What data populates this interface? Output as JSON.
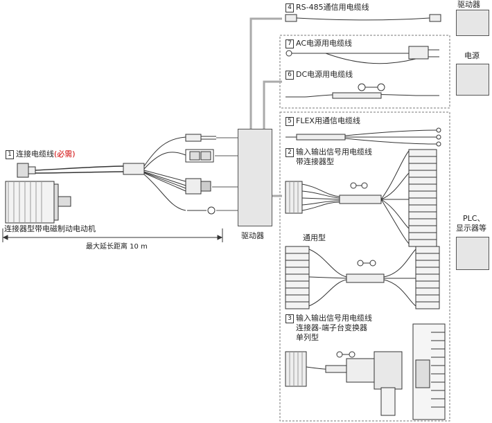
{
  "cables": {
    "c1": {
      "num": "1",
      "label": "连接电缆线",
      "note": "(必需)"
    },
    "c4": {
      "num": "4",
      "label": "RS-485通信用电缆线"
    },
    "c7": {
      "num": "7",
      "label": "AC电源用电缆线"
    },
    "c6": {
      "num": "6",
      "label": "DC电源用电缆线"
    },
    "c5": {
      "num": "5",
      "label": "FLEX用通信电缆线"
    },
    "c2": {
      "num": "2",
      "label1": "输入输出信号用电缆线",
      "label2": "带连接器型",
      "sub": "通用型"
    },
    "c3": {
      "num": "3",
      "label1": "输入输出信号用电缆线",
      "label2": "连接器-端子台变换器",
      "label3": "单列型"
    }
  },
  "motor": {
    "label": "连接器型带电磁制动电动机"
  },
  "distance": {
    "label": "最大延长距离 10 m"
  },
  "driver": {
    "label": "驱动器"
  },
  "right_devices": {
    "driver": "驱动器",
    "power": "电源",
    "plc_line1": "PLC、",
    "plc_line2": "显示器等"
  },
  "colors": {
    "box_fill": "#e6e6e6",
    "line": "#999999",
    "dash": "#777777",
    "note": "#d00000"
  }
}
